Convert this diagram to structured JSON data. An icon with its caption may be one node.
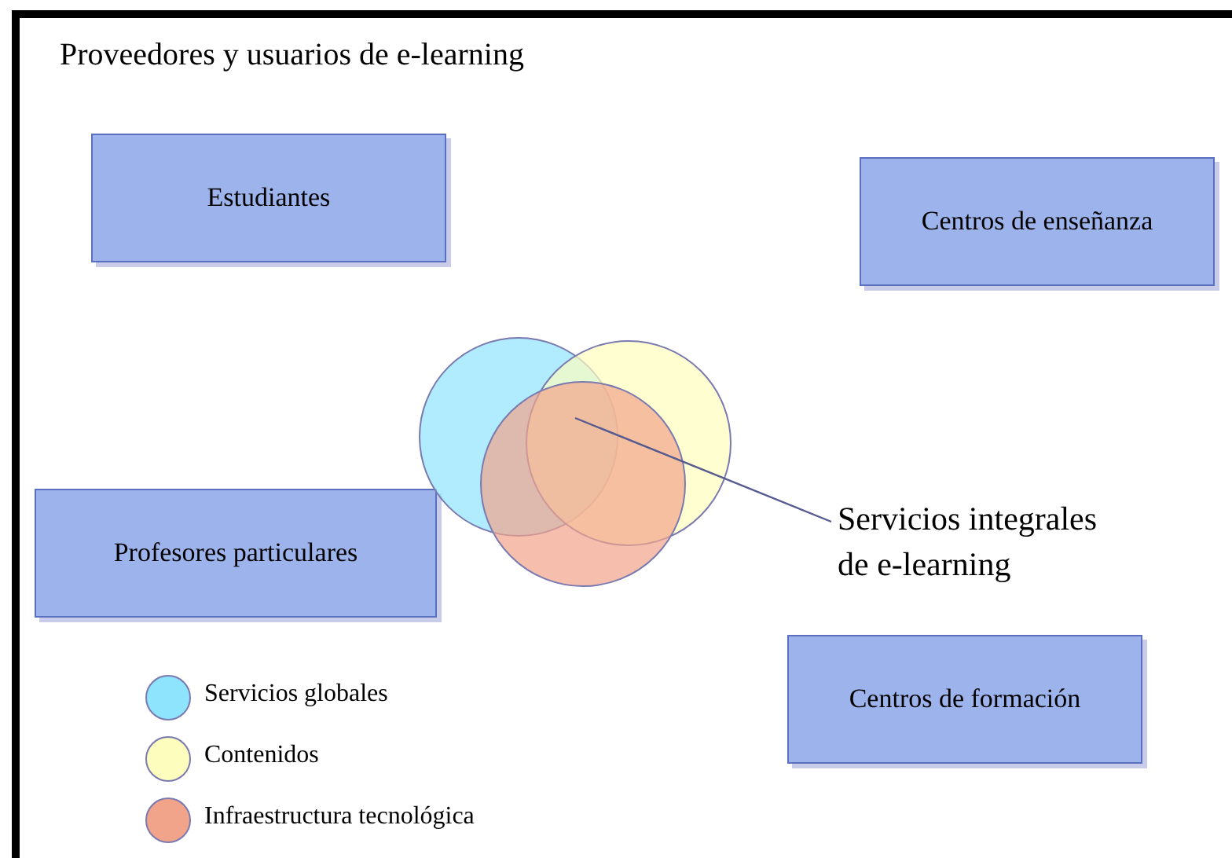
{
  "diagram": {
    "title": "Proveedores y usuarios de e-learning",
    "nodes": [
      {
        "text": [
          "Estudiantes"
        ]
      },
      {
        "text": [
          "Centros de enseñanza"
        ]
      },
      {
        "text": [
          "Profesores particulares"
        ]
      },
      {
        "text": [],
        "shape": "circle"
      },
      {
        "text": [
          "Servicios integrales de e-learning"
        ]
      },
      {
        "text": [
          "Centros de formación"
        ]
      }
    ],
    "edges": [
      {
        "from": 4,
        "to": 3,
        "arrow": "none"
      }
    ],
    "legend": [
      {
        "text": "Servicios globales",
        "color": "#8ee3fd"
      },
      {
        "text": "Contenidos",
        "color": "#fdfdbe"
      },
      {
        "text": "Infraestructura tecnológica",
        "color": "#f2a48a"
      }
    ]
  }
}
